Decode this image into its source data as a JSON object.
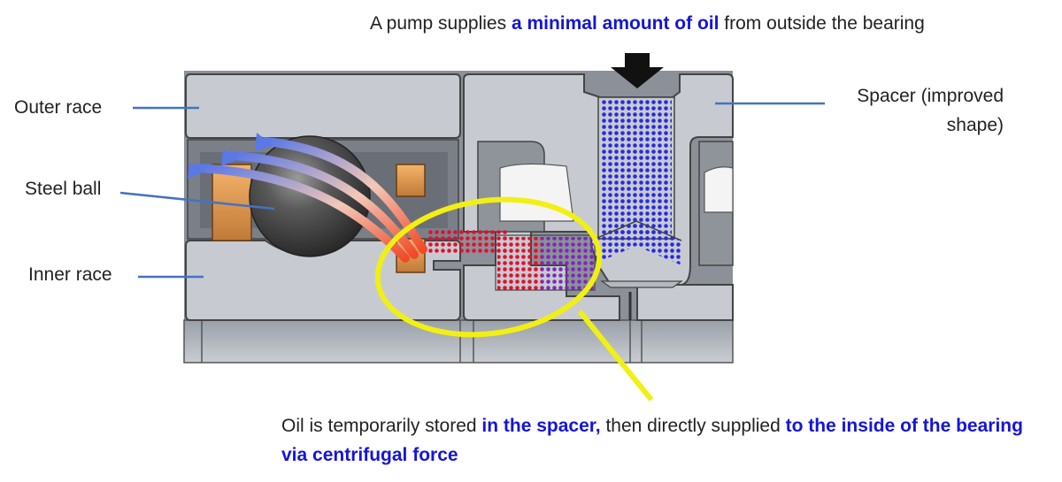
{
  "top_note": {
    "pre": "A pump supplies ",
    "highlight": "a minimal amount of oil",
    "post": " from outside the bearing"
  },
  "labels": {
    "outer_race": "Outer race",
    "steel_ball": "Steel ball",
    "inner_race": "Inner race",
    "spacer": "Spacer (improved shape)"
  },
  "bottom_note": {
    "pre": "Oil is temporarily stored ",
    "highlight1": "in the spacer,",
    "mid": " then directly supplied ",
    "highlight2": "to the inside of the bearing via centrifugal force"
  },
  "colors": {
    "highlight_text": "#1515d6",
    "oil_blue": "#2a2adf",
    "oil_red": "#e01030",
    "callout_ring": "#f2ef14",
    "leader_line": "#4472c4",
    "metal_face": "#c7cbd1",
    "cage": "#e8a55a"
  }
}
